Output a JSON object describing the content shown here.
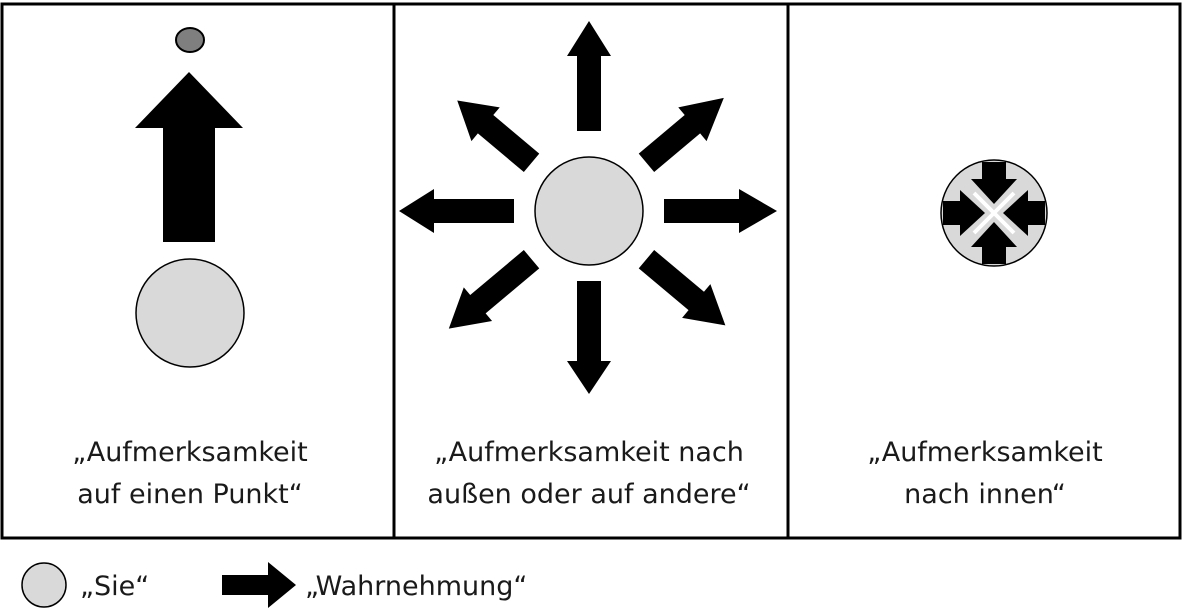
{
  "colors": {
    "self_fill": "#d9d9d9",
    "point_fill": "#7f7f7f",
    "arrow_fill": "#000000",
    "border": "#000000"
  },
  "panels": [
    {
      "id": "focus-point",
      "caption_line1": "„Aufmerksamkeit",
      "caption_line2": "auf einen Punkt“"
    },
    {
      "id": "focus-outward",
      "caption_line1": "„Aufmerksamkeit nach",
      "caption_line2": "außen oder auf andere“"
    },
    {
      "id": "focus-inward",
      "caption_line1": "„Aufmerksamkeit",
      "caption_line2": "nach innen“"
    }
  ],
  "legend": {
    "self_label": "„Sie“",
    "perception_label": "„Wahrnehmung“"
  }
}
